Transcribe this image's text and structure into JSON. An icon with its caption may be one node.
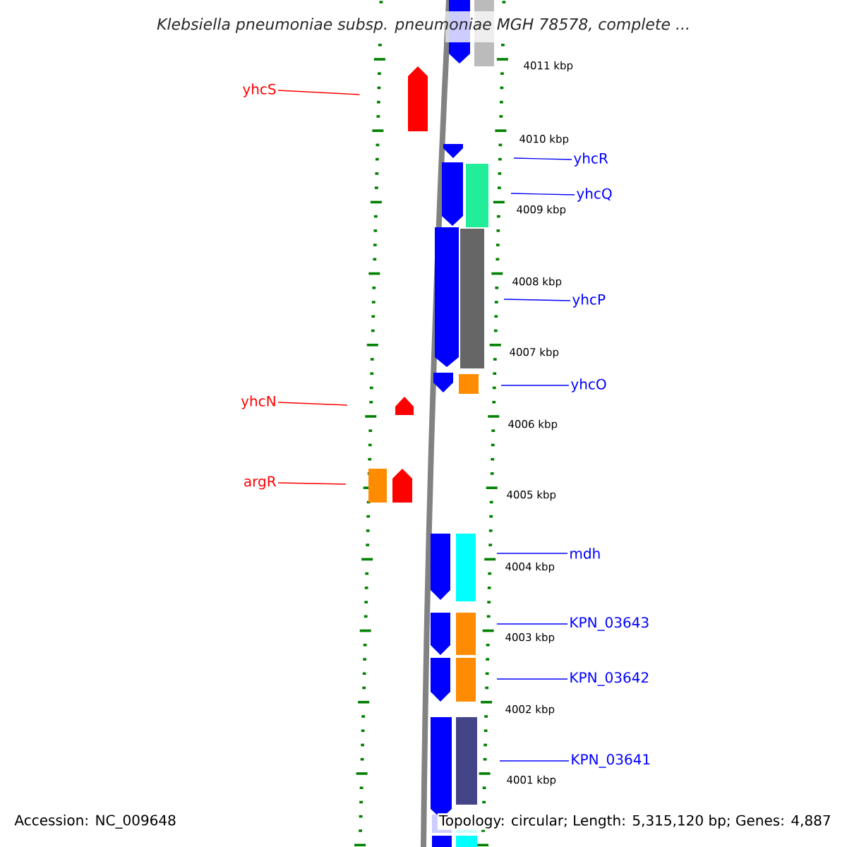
{
  "diagram": {
    "title": "Klebsiella pneumoniae subsp. pneumoniae MGH 78578, complete ...",
    "nodes": [
      {
        "text": [
          "yhcS"
        ]
      },
      {
        "text": [
          "yhcR"
        ]
      },
      {
        "text": [
          "yhcQ"
        ]
      },
      {
        "text": [
          "yhcP"
        ]
      },
      {
        "text": [
          "yhcO"
        ]
      },
      {
        "text": [
          "yhcN"
        ]
      },
      {
        "text": [
          "argR"
        ]
      },
      {
        "text": [
          "mdh"
        ]
      },
      {
        "text": [
          "KPN_03643"
        ]
      },
      {
        "text": [
          "KPN_03642"
        ]
      },
      {
        "text": [
          "KPN_03641"
        ]
      }
    ],
    "edges": [
      {
        "from": 0,
        "to": null,
        "arrow": "none",
        "color": "#ff0000"
      },
      {
        "from": 1,
        "to": null,
        "arrow": "none"
      },
      {
        "from": 2,
        "to": null,
        "arrow": "none"
      },
      {
        "from": 3,
        "to": null,
        "arrow": "none"
      },
      {
        "from": 4,
        "to": null,
        "arrow": "none"
      },
      {
        "from": 5,
        "to": null,
        "arrow": "none",
        "color": "#ff0000"
      },
      {
        "from": 6,
        "to": null,
        "arrow": "none",
        "color": "#ff0000"
      },
      {
        "from": 7,
        "to": null,
        "arrow": "none"
      },
      {
        "from": 8,
        "to": null,
        "arrow": "none"
      },
      {
        "from": 9,
        "to": null,
        "arrow": "none"
      },
      {
        "from": 10,
        "to": null,
        "arrow": "none"
      }
    ],
    "labels": [
      "4011 kbp",
      "4010 kbp",
      "4009 kbp",
      "4008 kbp",
      "4007 kbp",
      "4006 kbp",
      "4005 kbp",
      "4004 kbp",
      "4003 kbp",
      "4002 kbp",
      "4001 kbp",
      "Accession: NC_009648",
      "Topology: circular; Length: 5,315,120 bp; Genes: 4,887"
    ]
  }
}
